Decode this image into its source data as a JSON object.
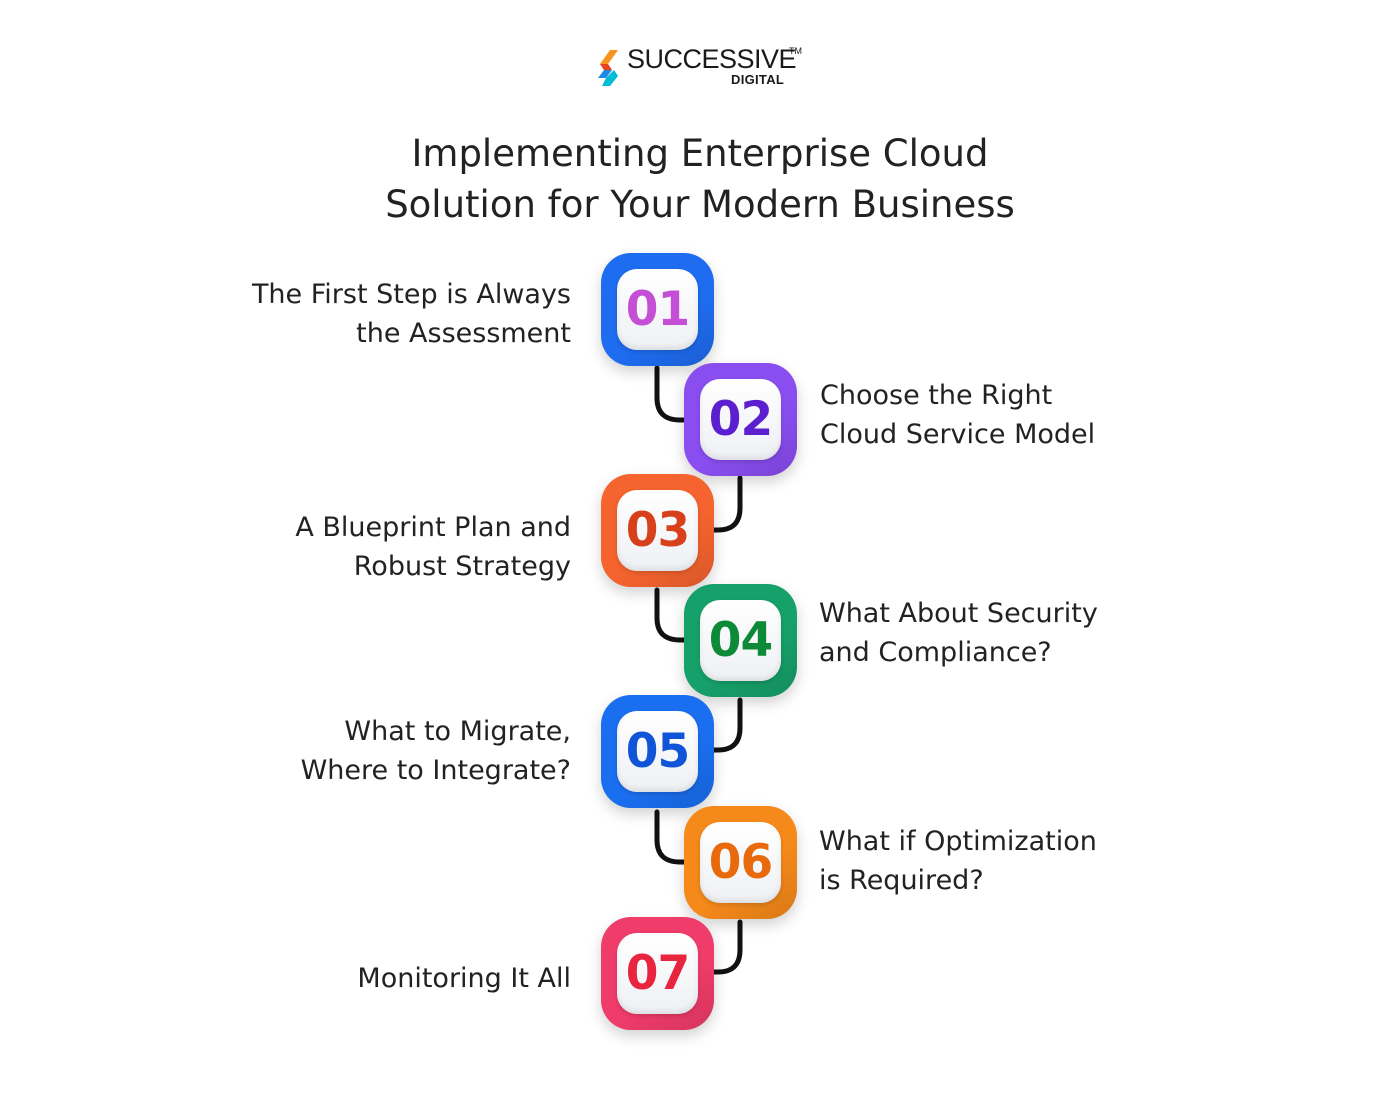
{
  "brand": {
    "name": "SUCCESSIVE",
    "trademark": "TM",
    "subname": "DIGITAL",
    "colors": [
      "#f7941d",
      "#e8411d",
      "#1e88e5",
      "#00bcd4"
    ]
  },
  "title": {
    "line1": "Implementing Enterprise Cloud",
    "line2": "Solution for Your Modern Business"
  },
  "steps": [
    {
      "number": "01",
      "line1": "The First Step is Always",
      "line2": "the Assessment",
      "tile_color": "#1e6cf0",
      "number_color": "#c44fd6"
    },
    {
      "number": "02",
      "line1": "Choose the Right",
      "line2": "Cloud Service Model",
      "tile_color": "#8a4df0",
      "number_color": "#5b1fd0"
    },
    {
      "number": "03",
      "line1": "A Blueprint Plan and",
      "line2": "Robust Strategy",
      "tile_color": "#f5632e",
      "number_color": "#d8401c"
    },
    {
      "number": "04",
      "line1": "What About Security",
      "line2": "and Compliance?",
      "tile_color": "#16a06a",
      "number_color": "#0c8a38"
    },
    {
      "number": "05",
      "line1": "What to Migrate,",
      "line2": "Where to Integrate?",
      "tile_color": "#1a6ef0",
      "number_color": "#1054d8"
    },
    {
      "number": "06",
      "line1": "What if Optimization",
      "line2": "is Required?",
      "tile_color": "#f5891a",
      "number_color": "#e86a0c"
    },
    {
      "number": "07",
      "line1": "Monitoring It All",
      "line2": "",
      "tile_color": "#f03c6a",
      "number_color": "#e8243e"
    }
  ]
}
